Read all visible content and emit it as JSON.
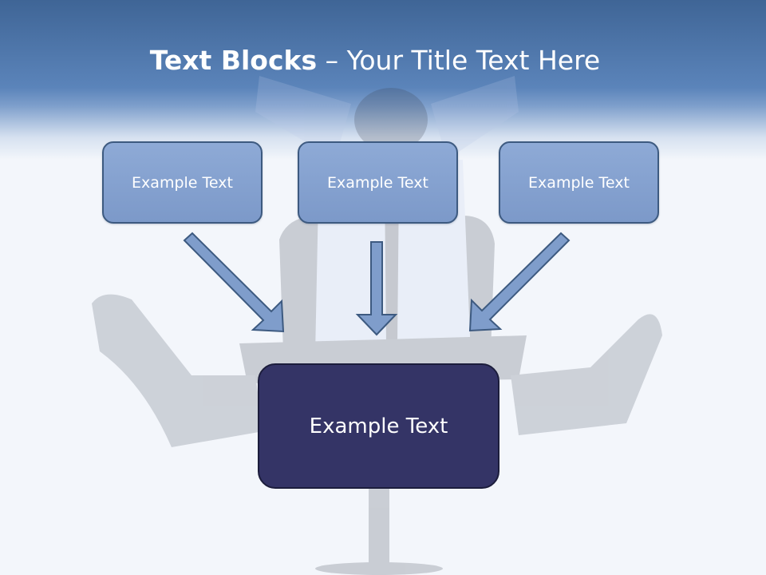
{
  "slide": {
    "title_bold": "Text Blocks",
    "title_rest": " – Your Title Text Here",
    "blocks": [
      {
        "label": "Example Text"
      },
      {
        "label": "Example Text"
      },
      {
        "label": "Example Text"
      }
    ],
    "main_block": {
      "label": "Example Text"
    }
  },
  "colors": {
    "header_top": "#3f6596",
    "header_mid": "#5b84ba",
    "block_fill": "#7c99c9",
    "block_border": "#3d5a80",
    "main_block_fill": "#343466",
    "arrow_fill": "#7f9dcb",
    "background": "#f3f6fb"
  },
  "icons": {
    "arrow_left": "arrow-down-right-icon",
    "arrow_center": "arrow-down-icon",
    "arrow_right": "arrow-down-left-icon"
  }
}
